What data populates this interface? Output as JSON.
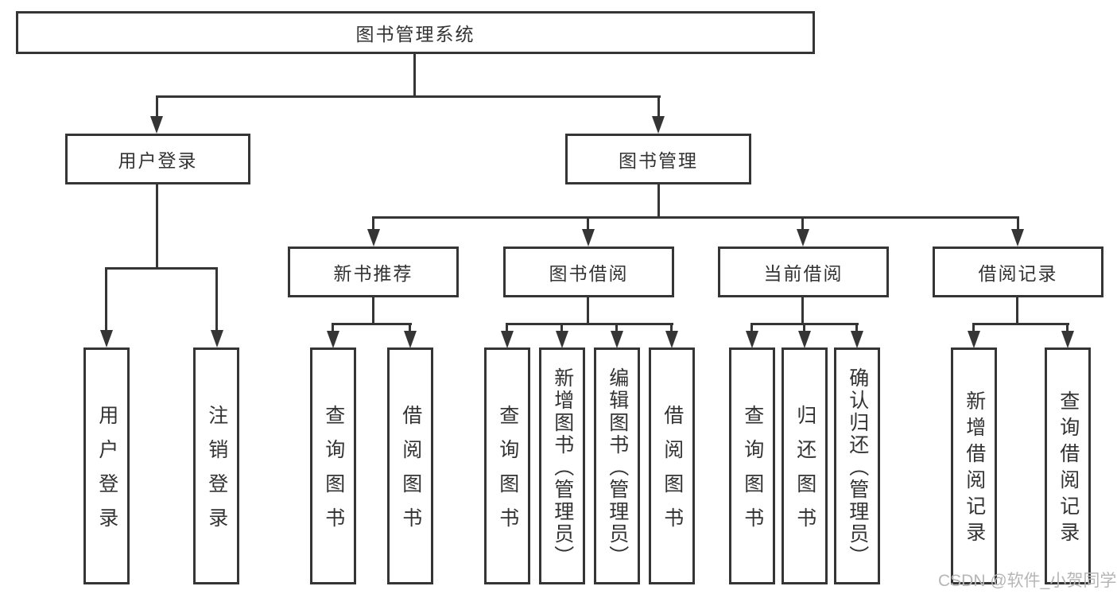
{
  "nodes": {
    "root": "图书管理系统",
    "user_login": "用户登录",
    "book_management": "图书管理",
    "new_book_recommendation": "新书推荐",
    "book_borrowing": "图书借阅",
    "current_borrowing": "当前借阅",
    "borrowing_records": "借阅记录",
    "user_login_children": [
      "用户登录",
      "注销登录"
    ],
    "new_book_children": [
      "查询图书",
      "借阅图书"
    ],
    "book_borrowing_children": [
      "查询图书",
      "新增图书（管理员）",
      "编辑图书（管理员）",
      "借阅图书"
    ],
    "current_borrowing_children": [
      "查询图书",
      "归还图书",
      "确认归还（管理员）"
    ],
    "borrowing_records_children": [
      "新增借阅记录",
      "查询借阅记录"
    ]
  },
  "watermark": "CSDN @软件_小贺同学",
  "colors": {
    "line": "#353535",
    "text": "#333333",
    "background": "#ffffff",
    "watermark": "#b6b6b6"
  }
}
